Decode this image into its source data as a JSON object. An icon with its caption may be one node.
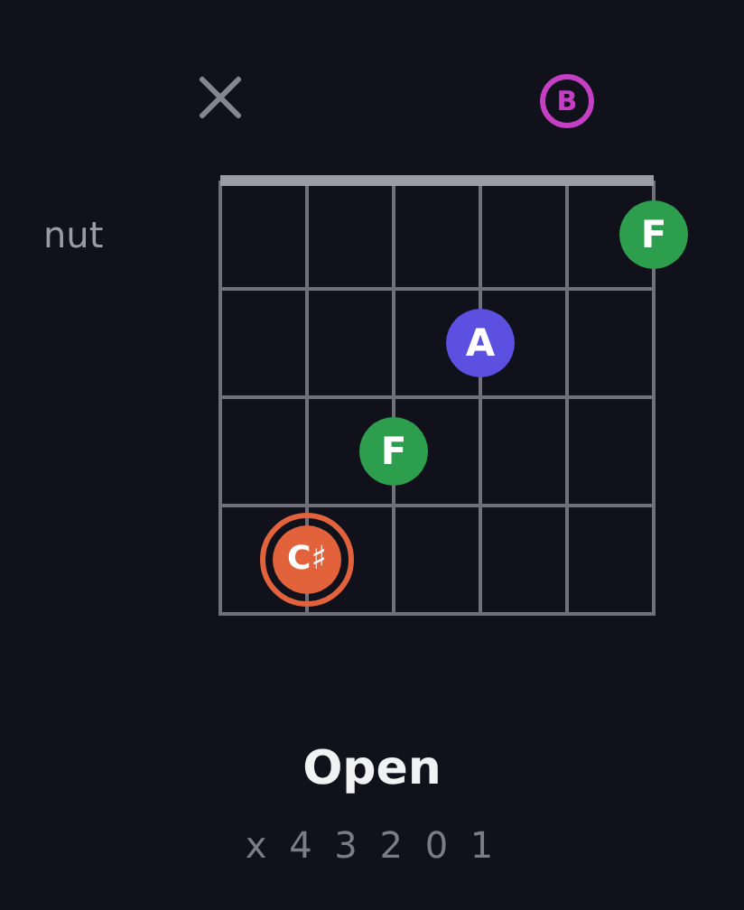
{
  "diagram": {
    "title": "Open",
    "nodes": [
      {
        "text": [
          "B"
        ]
      },
      {
        "text": [
          "F"
        ]
      },
      {
        "text": [
          "A"
        ]
      },
      {
        "text": [
          "F"
        ]
      },
      {
        "text": [
          "C♯"
        ]
      }
    ],
    "labels": [
      "nut",
      "x 4 3 2 0 1"
    ]
  }
}
